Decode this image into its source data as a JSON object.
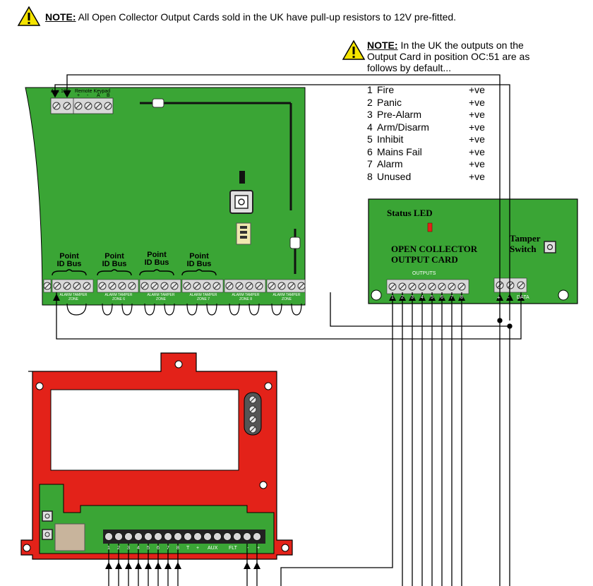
{
  "top_note": {
    "label": "NOTE:",
    "text": " All Open Collector Output Cards sold in the UK have pull-up resistors to 12V pre-fitted."
  },
  "side_note": {
    "label": "NOTE:",
    "line1": " In the UK the outputs on the",
    "line2": "Output Card in position OC:51 are as",
    "line3": "follows by default..."
  },
  "outputs_list": [
    {
      "num": "1",
      "name": "Fire",
      "polarity": "+ve"
    },
    {
      "num": "2",
      "name": "Panic",
      "polarity": "+ve"
    },
    {
      "num": "3",
      "name": "Pre-Alarm",
      "polarity": "+ve"
    },
    {
      "num": "4",
      "name": "Arm/Disarm",
      "polarity": "+ve"
    },
    {
      "num": "5",
      "name": "Inhibit",
      "polarity": "+ve"
    },
    {
      "num": "6",
      "name": "Mains Fail",
      "polarity": "+ve"
    },
    {
      "num": "7",
      "name": "Alarm",
      "polarity": "+ve"
    },
    {
      "num": "8",
      "name": "Unused",
      "polarity": "+ve"
    }
  ],
  "main_panel": {
    "aux_label": "Aux 12V",
    "remote_keypad_label": "Remote Keypad",
    "aux_pins": [
      "-",
      "+"
    ],
    "keypad_pins": [
      "+",
      "-",
      "A",
      "B"
    ],
    "point_id_bus": [
      "Point",
      "ID Bus"
    ],
    "zone_labels": [
      "ALARM",
      "TAMPER",
      "ZONE",
      "ALARM",
      "TAMPER",
      "ZONE 6",
      "ALARM",
      "TAMPER",
      "ZONE",
      "ALARM",
      "TAMPER",
      "ZONE 7",
      "ALARM",
      "TAMPER",
      "ZONE 8",
      "ALARM",
      "TAMPER",
      "ZONE"
    ]
  },
  "oc_card": {
    "status_led": "Status LED",
    "title_line1": "OPEN COLLECTOR",
    "title_line2": "OUTPUT CARD",
    "tamper_line1": "Tamper",
    "tamper_line2": "Switch",
    "outputs_label": "OUTPUTS",
    "output_pins": [
      "1",
      "2",
      "3",
      "4",
      "5",
      "6",
      "7",
      "8"
    ],
    "power_pins": [
      "+",
      "-"
    ],
    "data_label": "DATA"
  },
  "comms_board": {
    "terminal_labels": [
      "1",
      "2",
      "3",
      "4",
      "5",
      "6",
      "7",
      "8",
      "T",
      "+",
      "AUX",
      "FLT",
      "-",
      "+"
    ]
  },
  "colors": {
    "green_board": "#3aa535",
    "red_board": "#e32219",
    "terminal": "#d9d9d9",
    "wire": "#000000"
  }
}
